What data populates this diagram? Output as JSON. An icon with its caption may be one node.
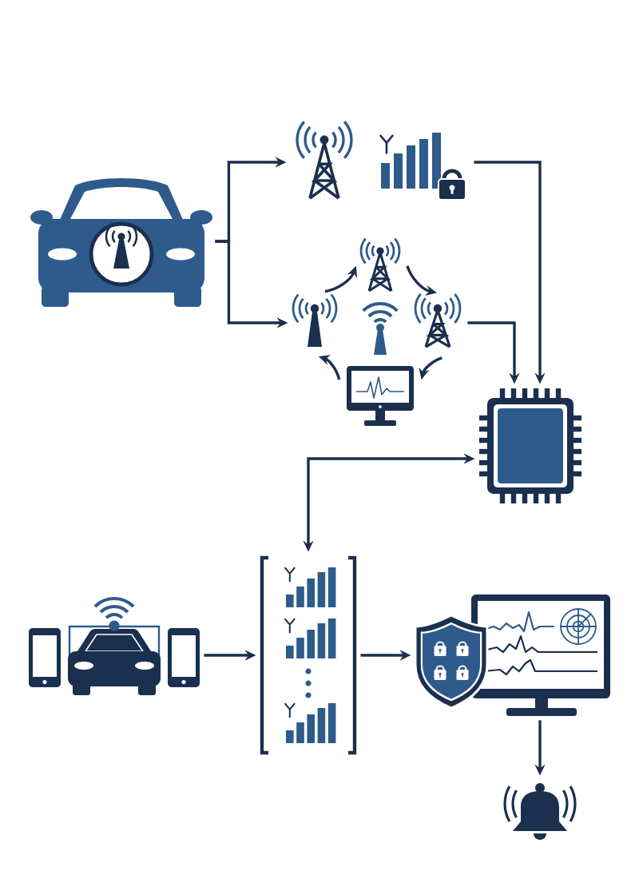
{
  "diagram": {
    "nodes": [
      {
        "text": [],
        "shape": "picture"
      },
      {
        "text": [],
        "shape": "picture"
      },
      {
        "text": [],
        "shape": "picture"
      },
      {
        "text": [],
        "shape": "picture"
      },
      {
        "text": [],
        "shape": "picture"
      },
      {
        "text": [],
        "shape": "picture"
      },
      {
        "text": [],
        "shape": "picture"
      },
      {
        "text": [],
        "shape": "picture"
      },
      {
        "text": [],
        "shape": "picture"
      },
      {
        "text": [],
        "shape": "picture"
      },
      {
        "text": [],
        "shape": "picture"
      },
      {
        "text": [],
        "shape": "picture"
      }
    ],
    "edges": [
      {
        "from": 0,
        "to": 1,
        "arrow": "to"
      },
      {
        "from": 0,
        "to": 3,
        "arrow": "to"
      },
      {
        "from": 3,
        "to": 2,
        "arrow": "to"
      },
      {
        "from": 2,
        "to": 5,
        "arrow": "to"
      },
      {
        "from": 5,
        "to": 6,
        "arrow": "to"
      },
      {
        "from": 6,
        "to": 3,
        "arrow": "to"
      },
      {
        "from": 1,
        "to": 7,
        "arrow": "to"
      },
      {
        "from": 5,
        "to": 7,
        "arrow": "to"
      },
      {
        "from": 7,
        "to": 9,
        "arrow": "both"
      },
      {
        "from": 8,
        "to": 9,
        "arrow": "to"
      },
      {
        "from": 9,
        "to": 10,
        "arrow": "to"
      },
      {
        "from": 10,
        "to": 11,
        "arrow": "to"
      }
    ]
  }
}
